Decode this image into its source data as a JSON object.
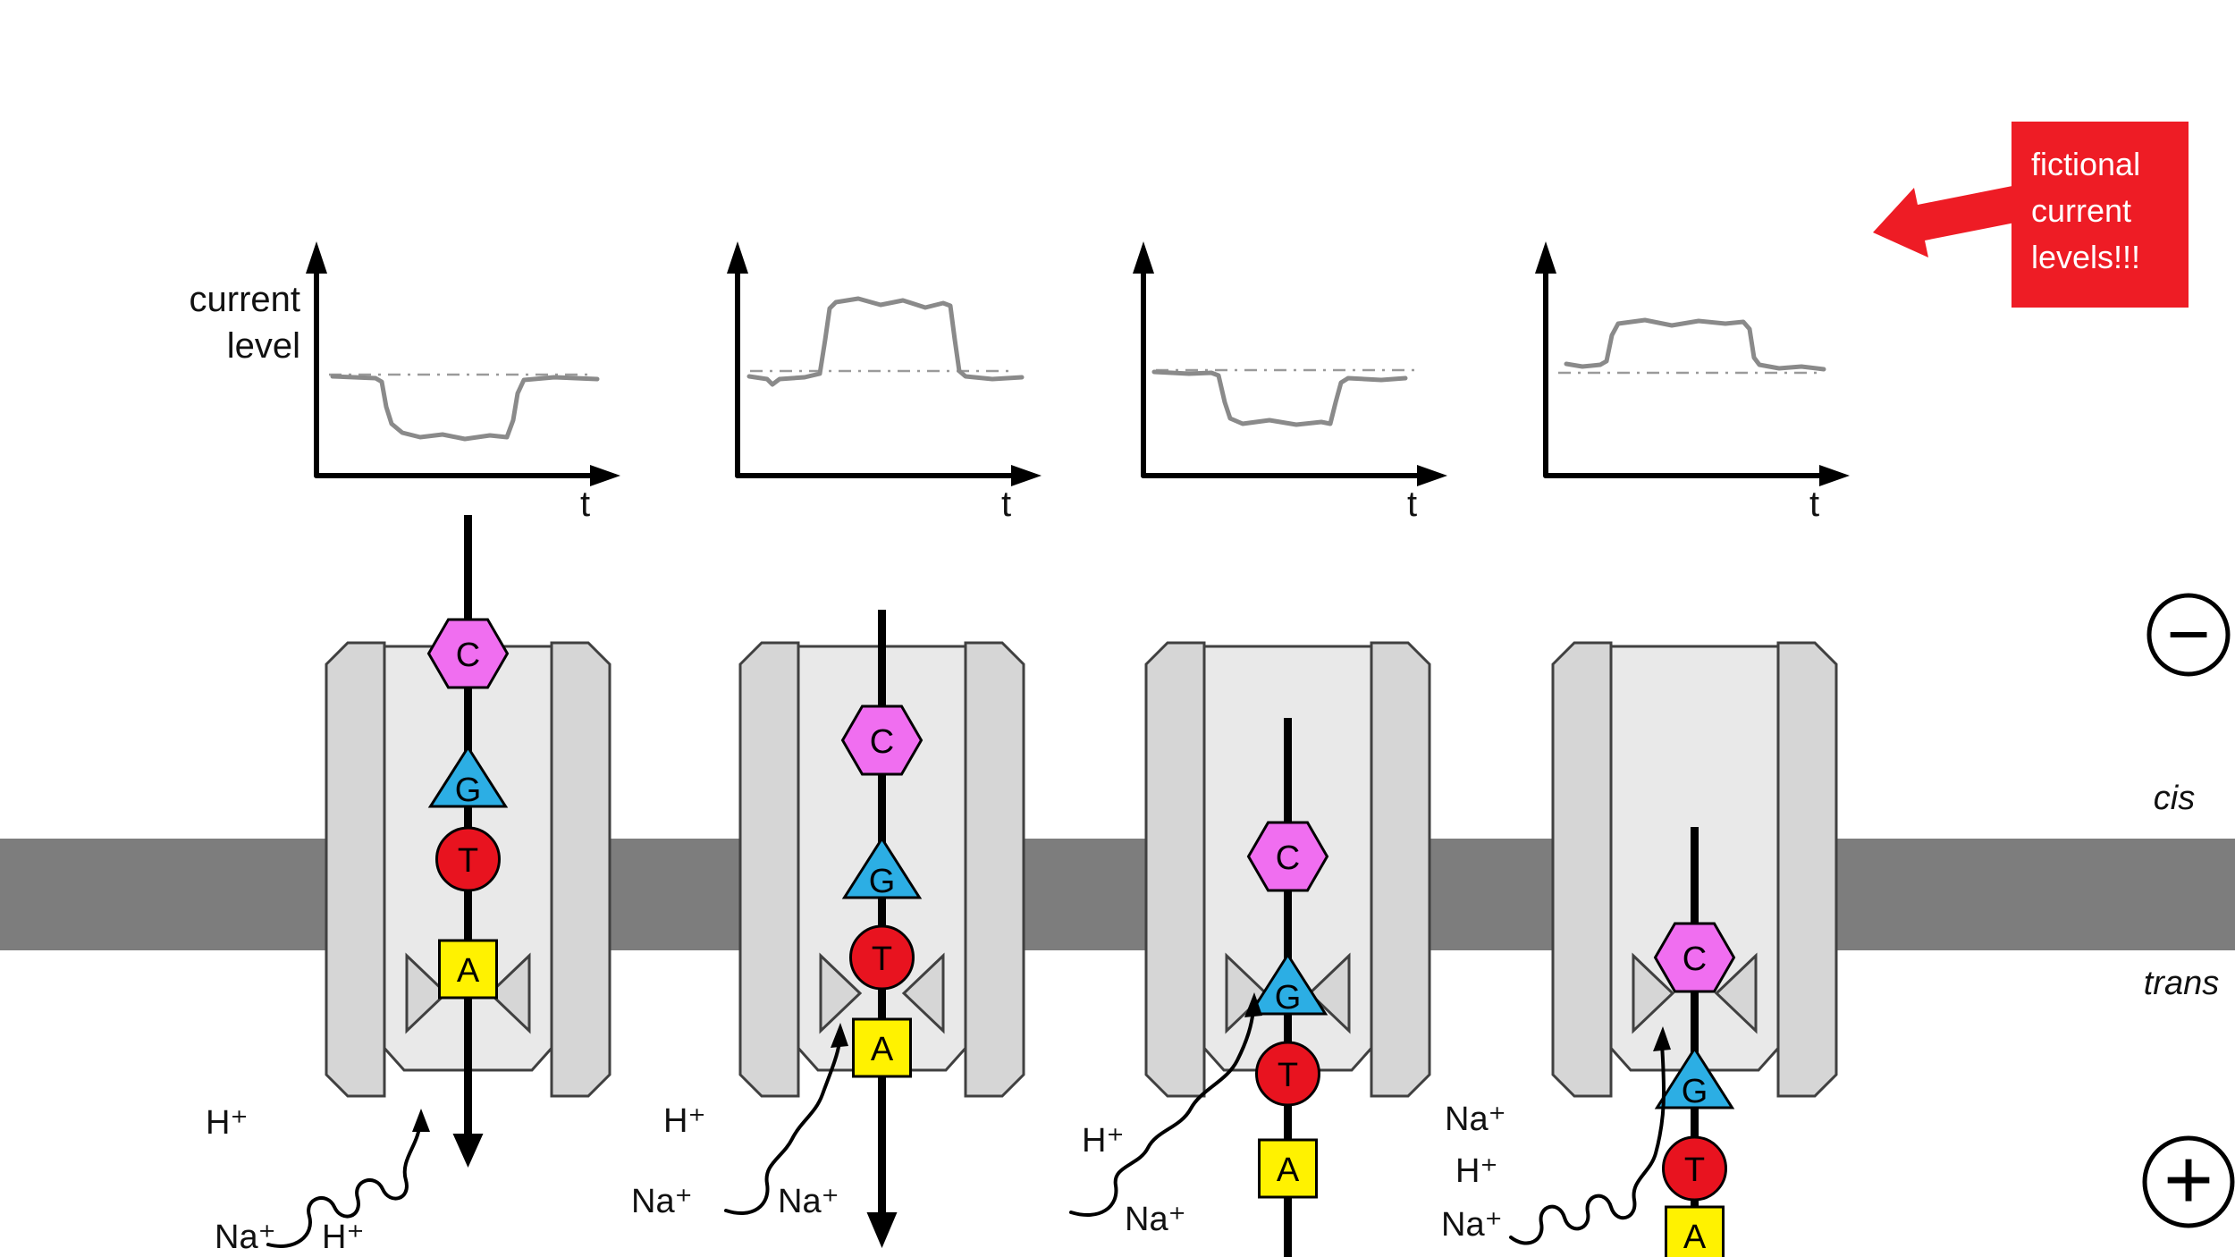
{
  "labels": {
    "y_axis_line1": "current",
    "y_axis_line2": "level",
    "time_axis": "t",
    "cis": "cis",
    "trans": "trans"
  },
  "electrodes": {
    "negative": "−",
    "positive": "+"
  },
  "warning": {
    "lines": [
      "fictional",
      "current",
      "levels!!!"
    ],
    "bg_color": "#ee1c25"
  },
  "bases": {
    "C": "C",
    "G": "G",
    "T": "T",
    "A": "A"
  },
  "base_colors": {
    "C": "#f06ef0",
    "G": "#2caee4",
    "T": "#e8131f",
    "A": "#fff200"
  },
  "membrane": {
    "color": "#7d7d7d"
  },
  "pore_colors": {
    "wall": "#d6d6d6",
    "chamber": "#e9e9e9"
  },
  "trace_color": "#8a8a8a",
  "panels": [
    {
      "id": 1,
      "ions": [
        "H⁺",
        "Na⁺",
        "H⁺"
      ]
    },
    {
      "id": 2,
      "ions": [
        "H⁺",
        "Na⁺",
        "Na⁺"
      ]
    },
    {
      "id": 3,
      "ions": [
        "H⁺",
        "Na⁺"
      ]
    },
    {
      "id": 4,
      "ions": [
        "Na⁺",
        "H⁺",
        "Na⁺"
      ]
    }
  ]
}
